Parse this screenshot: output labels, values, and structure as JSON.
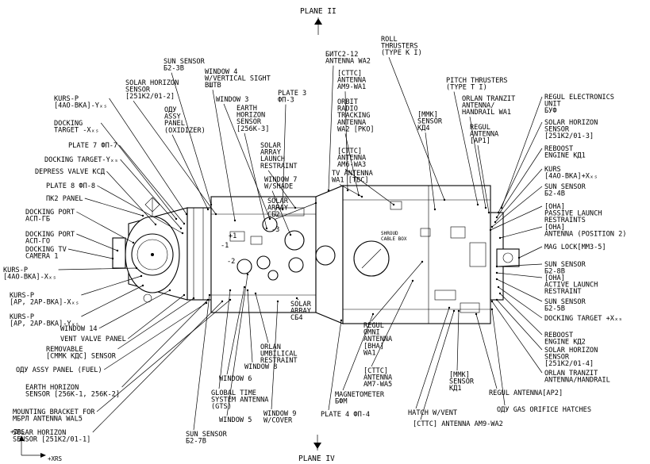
{
  "planes": {
    "top": "PLANE II",
    "bottom": "PLANE IV"
  },
  "axes": {
    "z": "+Zₓₛ",
    "x": "+Xₓₛ",
    "z_text": "+ZRS",
    "x_text": "+XRS"
  },
  "inline_labels": {
    "shroud": [
      "SHROUD",
      "CABLE BOX"
    ],
    "minus1": "-1",
    "minus2": "-2",
    "minus3": "-3",
    "plus1": "+1"
  },
  "left_labels": [
    [
      "KURS-P",
      "[4AO-BKA]-Yₓₛ"
    ],
    [
      "DOCKING",
      "TARGET -Xₓₛ"
    ],
    [
      "PLATE 7 ФП-7"
    ],
    [
      "DOCKING TARGET-Yₓₛ"
    ],
    [
      "DEPRESS VALVE КСД"
    ],
    [
      "PLATE 8 ФП-8"
    ],
    [
      "ПК2 PANEL"
    ],
    [
      "DOCKING PORT",
      "АСП-ГБ"
    ],
    [
      "DOCKING PORT",
      "АСП-ГО"
    ],
    [
      "DOCKING TV",
      "CAMERA 1"
    ],
    [
      "KURS-P",
      "[4AO-BKA]-Xₓₛ"
    ],
    [
      "KURS-P",
      "[AP, 2AP-BKA]-Xₓₛ"
    ],
    [
      "KURS-P",
      "[AP, 2AP-BKA]-Yₓₛ"
    ],
    [
      "WINDOW 14"
    ],
    [
      "VENT VALVE PANEL"
    ],
    [
      "REMOVABLE",
      "[CMMK КДC] SENSOR"
    ],
    [
      "ОДУ ASSY PANEL (FUEL)"
    ],
    [
      "EARTH HORIZON",
      "SENSOR [256K-1, 256K-2]"
    ],
    [
      "MOUNTING BRACKET FOR",
      "МБРЛ ANTENNA WAL5"
    ],
    [
      "SOLAR HORIZON",
      "SENSOR [251K2/01-1]"
    ]
  ],
  "top_labels": [
    [
      "SOLAR HORIZON",
      "SENSOR",
      "[251K2/01-2]"
    ],
    [
      "SUN SENSOR",
      "Б2-3B"
    ],
    [
      "ОДУ",
      "ASSY",
      "PANEL",
      "(OXIDIZER)"
    ],
    [
      "WINDOW 4",
      "W/VERTICAL SIGHT",
      "ВШТВ"
    ],
    [
      "WINDOW 3"
    ],
    [
      "EARTH",
      "HORIZON",
      "SENSOR",
      "[256K-3]"
    ],
    [
      "PLATE 3",
      "ФП-3"
    ],
    [
      "SOLAR",
      "ARRAY",
      "LAUNCH",
      "RESTRAINT"
    ],
    [
      "WINDOW 7",
      "W/SHADE"
    ],
    [
      "SOLAR",
      "ARRAY",
      "СБ2"
    ],
    [
      "БИTC2-12",
      "ANTENNA WA2"
    ],
    [
      "[CTTC]",
      "ANTENNA",
      "AM9-WA1"
    ],
    [
      "ORBIT",
      "RADIO",
      "TRACKING",
      "ANTENNA",
      "WA2 [PKO]"
    ],
    [
      "[CTTC]",
      "ANTENNA",
      "AM6-WA3"
    ],
    [
      "TV ANTENNA",
      "WA1 [TBC]"
    ],
    [
      "ROLL",
      "THRUSTERS",
      "(TYPE K I)"
    ],
    [
      "PITCH THRUSTERS",
      "(TYPE T I)"
    ],
    [
      "[MMK]",
      "SENSOR",
      "КД4"
    ],
    [
      "ORLAN TRANZIT",
      "ANTENNA/",
      "HANDRAIL WA1"
    ],
    [
      "REGUL",
      "ANTENNA",
      "[AP1]"
    ]
  ],
  "right_labels": [
    [
      "REGUL ELECTRONICS",
      "UNIT",
      "БУФ"
    ],
    [
      "SOLAR HORIZON",
      "SENSOR",
      "[251K2/01-3]"
    ],
    [
      "REBOOST",
      "ENGINE КД1"
    ],
    [
      "KURS",
      "[4AO-BKA]+Xₓₛ"
    ],
    [
      "SUN SENSOR",
      "Б2-4B"
    ],
    [
      "[OHA]",
      "PASSIVE LAUNCH",
      "RESTRAINTS"
    ],
    [
      "[OHA]",
      "ANTENNA (POSITION 2)"
    ],
    [
      "MAG LOCK[MM3-5]"
    ],
    [
      "SUN SENSOR",
      "Б2-8B"
    ],
    [
      "[OHA]",
      "ACTIVE LAUNCH",
      "RESTRAINT"
    ],
    [
      "SUN SENSOR",
      "Б2-5B"
    ],
    [
      "DOCKING TARGET +Xₓₛ"
    ],
    [
      "REBOOST",
      "ENGINE КД2"
    ],
    [
      "SOLAR HORIZON",
      "SENSOR",
      "[251K2/01-4]"
    ],
    [
      "ORLAN TRANZIT",
      "ANTENNA/HANDRAIL"
    ]
  ],
  "bottom_labels": [
    [
      "SOLAR",
      "ARRAY",
      "СБ4"
    ],
    [
      "ORLAN",
      "UMBILICAL",
      "RESTRAINT"
    ],
    [
      "WINDOW 8"
    ],
    [
      "WINDOW 6"
    ],
    [
      "GLOBAL TIME",
      "SYSTEM ANTENNA",
      "(GTS)"
    ],
    [
      "WINDOW 5"
    ],
    [
      "SUN SENSOR",
      "Б2-7B"
    ],
    [
      "WINDOW 9",
      "W/COVER"
    ],
    [
      "PLATE 4 ФП-4"
    ],
    [
      "REGUL",
      "OMNI",
      "ANTENNA",
      "[BHA]",
      "WA1"
    ],
    [
      "[CTTC]",
      "ANTENNA",
      "AM7-WA5"
    ],
    [
      "MAGNETOMETER",
      "БФM"
    ],
    [
      "[MMK]",
      "SENSOR",
      "КД1"
    ],
    [
      "HATCH W/VENT"
    ],
    [
      "[CTTC] ANTENNA AM9-WA2"
    ],
    [
      "ОДУ GAS ORIFICE HATCHES"
    ],
    [
      "REGUL ANTENNA[AP2]"
    ]
  ]
}
